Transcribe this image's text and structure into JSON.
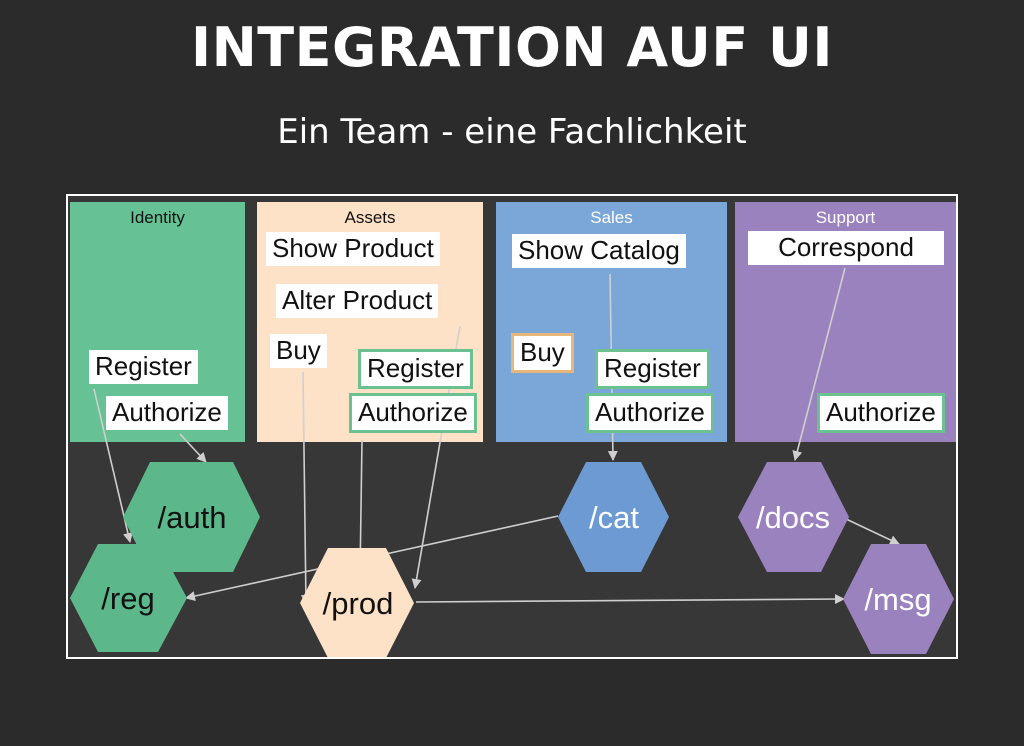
{
  "title": "INTEGRATION AUF UI",
  "subtitle": "Ein Team - eine Fachlichkeit",
  "columns": {
    "identity": {
      "title": "Identity",
      "color": "#66c194",
      "register": "Register",
      "authorize": "Authorize"
    },
    "assets": {
      "title": "Assets",
      "color": "#fde2c8",
      "show_product": "Show Product",
      "alter_product": "Alter Product",
      "buy": "Buy",
      "register": "Register",
      "authorize": "Authorize"
    },
    "sales": {
      "title": "Sales",
      "color": "#7ba6d8",
      "show_catalog": "Show Catalog",
      "buy": "Buy",
      "register": "Register",
      "authorize": "Authorize"
    },
    "support": {
      "title": "Support",
      "color": "#9a82bf",
      "correspond": "Correspond",
      "authorize": "Authorize"
    }
  },
  "services": {
    "auth": "/auth",
    "reg": "/reg",
    "prod": "/prod",
    "cat": "/cat",
    "docs": "/docs",
    "msg": "/msg"
  },
  "colors": {
    "background": "#2b2b2b",
    "diagram_bg": "#373737",
    "edge": "#cfcfcf"
  }
}
